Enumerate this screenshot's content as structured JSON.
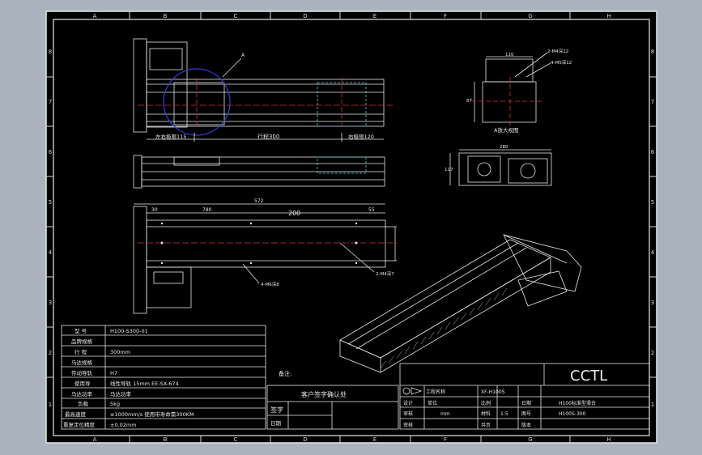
{
  "frame": {
    "columns": [
      "A",
      "B",
      "C",
      "D",
      "E",
      "F",
      "G",
      "H"
    ],
    "rows": [
      "8",
      "7",
      "6",
      "5",
      "4",
      "3",
      "2",
      "1"
    ]
  },
  "views": {
    "detail_marker": "A",
    "left_stroke": "左右极限115",
    "mid_stroke": "行程300",
    "right_stroke": "右极限120",
    "top_dim_left": "30",
    "top_dim_mid1": "780",
    "top_dim_mid2": "200",
    "top_dim_right": "55",
    "total_length": "572",
    "motor_label": "4-M6深8",
    "hole_label": "2-M4深7",
    "section_view_label": "A放大视图",
    "end_top_dim": "110",
    "end_left_dim": "87",
    "end_hole_label1": "2-M4深12",
    "end_hole_label2": "4-M5深12",
    "side_top_dim": "280",
    "side_left_dim": "117"
  },
  "spec_table": {
    "rows": [
      {
        "label": "型 号",
        "value": "H100-S300-01"
      },
      {
        "label": "品牌规格",
        "value": ""
      },
      {
        "label": "行 程",
        "value": "300mm"
      },
      {
        "label": "马达规格",
        "value": ""
      },
      {
        "label": "传动导轨",
        "value": "H7"
      },
      {
        "label": "使用导",
        "value": "线性导轨 15mm EE-SX-674"
      },
      {
        "label": "马达功率",
        "value": "马达功率"
      },
      {
        "label": "负载",
        "value": "5kg"
      },
      {
        "label": "最高速度",
        "value": "≤1000mm/s 使用带寿命需300KM"
      },
      {
        "label": "重复定位精度",
        "value": "±0.02mm"
      }
    ]
  },
  "notes_label": "备注:",
  "customer_confirm": "客户签字确认处",
  "sign_label": "签字",
  "date_label": "日期",
  "title_block": {
    "logo": "CCTL",
    "project_label": "工程名称",
    "project_value": "XF-H100S",
    "drawing_title": "H100标准型滑台",
    "drawing_no": "H100S-300",
    "designer_label": "设计",
    "scale_label": "比例",
    "scale_value": "1:5",
    "material_label": "材料",
    "checker_label": "审核",
    "approver_label": "审核",
    "unit_label": "单位",
    "unit_value": "mm",
    "sheet_label": "共页",
    "date_label": "日期",
    "drawing_no_label": "图号",
    "version_label": "版本"
  }
}
